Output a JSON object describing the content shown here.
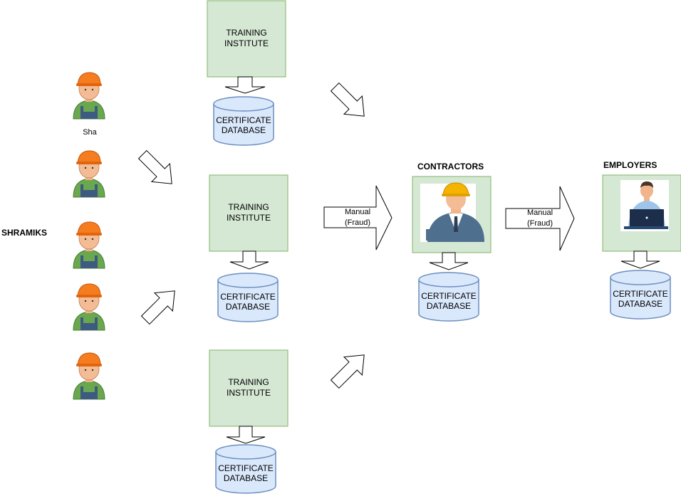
{
  "labels": {
    "shramiks": "SHRAMIKS",
    "worker_caption": "Sha",
    "contractors": "CONTRACTORS",
    "employers": "EMPLOYERS"
  },
  "training_institutes": [
    {
      "line1": "TRAINING",
      "line2": "INSTITUTE"
    },
    {
      "line1": "TRAINING",
      "line2": "INSTITUTE"
    },
    {
      "line1": "TRAINING",
      "line2": "INSTITUTE"
    }
  ],
  "databases": [
    {
      "line1": "CERTIFICATE",
      "line2": "DATABASE"
    },
    {
      "line1": "CERTIFICATE",
      "line2": "DATABASE"
    },
    {
      "line1": "CERTIFICATE",
      "line2": "DATABASE"
    },
    {
      "line1": "CERTIFICATE",
      "line2": "DATABASE"
    },
    {
      "line1": "CERTIFICATE",
      "line2": "DATABASE"
    }
  ],
  "flows": [
    {
      "line1": "Manual",
      "line2": "(Fraud)"
    },
    {
      "line1": "Manual",
      "line2": "(Fraud)"
    }
  ],
  "colors": {
    "box_fill": "#d5e8d4",
    "box_stroke": "#82b366",
    "db_fill": "#dae8fc",
    "db_stroke": "#6c8ebf",
    "helmet": "#f57c1f",
    "shirt": "#6aa84f"
  },
  "icons": {
    "worker": "construction-worker-icon",
    "contractor": "contractor-icon",
    "employer": "employer-laptop-icon"
  }
}
